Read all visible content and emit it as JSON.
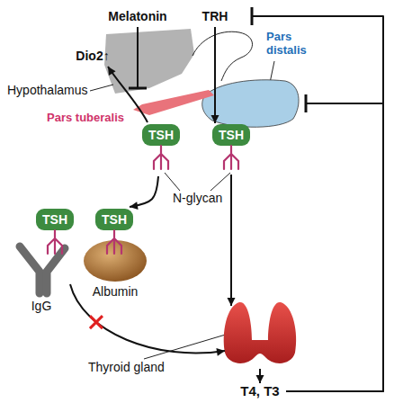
{
  "diagram": {
    "nodes": [
      {
        "text": [
          "Melatonin"
        ]
      },
      {
        "text": [
          "TRH"
        ]
      },
      {
        "text": [
          "Dio2↑"
        ]
      },
      {
        "text": [
          "Pars distalis"
        ]
      },
      {
        "text": [
          "Pars tuberalis"
        ]
      },
      {
        "text": [
          "TSH"
        ]
      },
      {
        "text": [
          "TSH"
        ]
      },
      {
        "text": [
          "TSH"
        ]
      },
      {
        "text": [
          "IgG"
        ]
      },
      {
        "text": [
          "TSH"
        ]
      },
      {
        "text": [
          "Albumin"
        ]
      },
      {
        "text": [
          "Thyroid gland"
        ]
      },
      {
        "text": [
          "T4, T3"
        ]
      }
    ],
    "edges": [
      {
        "from": 0,
        "to": 4,
        "arrow": "to"
      },
      {
        "from": 1,
        "to": 6,
        "arrow": "to"
      },
      {
        "from": 5,
        "to": 2,
        "arrow": "to"
      },
      {
        "from": 5,
        "to": 9,
        "arrow": "to"
      },
      {
        "from": 8,
        "to": 11,
        "arrow": "to"
      },
      {
        "from": 6,
        "to": 11,
        "arrow": "to"
      },
      {
        "from": 11,
        "to": 12,
        "arrow": "to"
      },
      {
        "from": 12,
        "to": 1,
        "arrow": "to"
      },
      {
        "from": 12,
        "to": 3,
        "arrow": "to"
      }
    ],
    "labels": [
      "Hypothalamus",
      "N-glycan"
    ]
  }
}
